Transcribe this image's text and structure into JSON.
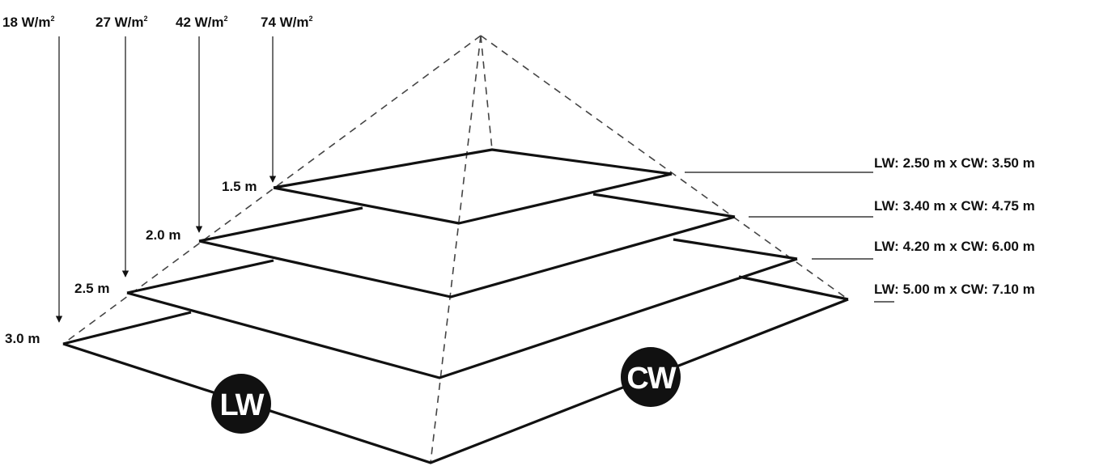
{
  "irradiance_labels": [
    {
      "value": "18 W/m",
      "sup": "2"
    },
    {
      "value": "27 W/m",
      "sup": "2"
    },
    {
      "value": "42 W/m",
      "sup": "2"
    },
    {
      "value": "74 W/m",
      "sup": "2"
    }
  ],
  "height_labels": [
    "1.5 m",
    "2.0 m",
    "2.5 m",
    "3.0 m"
  ],
  "dimension_labels": [
    "LW: 2.50 m x CW: 3.50 m",
    "LW: 3.40 m x CW: 4.75 m",
    "LW: 4.20 m x CW: 6.00 m",
    "LW: 5.00 m x CW: 7.10 m"
  ],
  "badges": {
    "lw": "LW",
    "cw": "CW"
  },
  "colors": {
    "line": "#111111",
    "badge": "#111111",
    "badge_text": "#ffffff"
  }
}
